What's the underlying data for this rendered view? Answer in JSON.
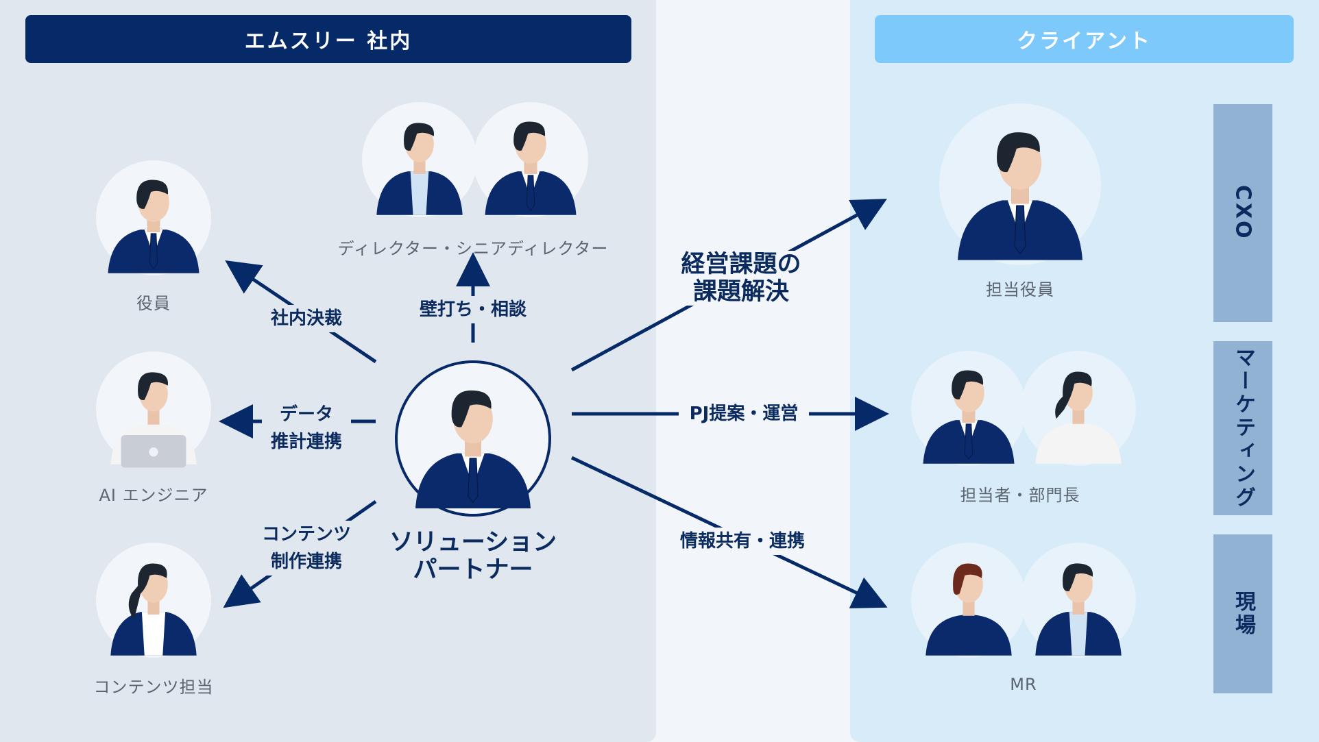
{
  "headers": {
    "left": "エムスリー 社内",
    "right": "クライアント"
  },
  "people": {
    "executive": "役員",
    "director": "ディレクター・シニアディレクター",
    "ai_engineer": "AI エンジニア",
    "content": "コンテンツ担当",
    "solution_partner": "ソリューション\nパートナー",
    "client_exec": "担当役員",
    "client_staff": "担当者・部門長",
    "client_mr": "MR"
  },
  "edges": {
    "decision": "社内決裁",
    "consult": "壁打ち・相談",
    "data": "データ\n推計連携",
    "content": "コンテンツ\n制作連携",
    "problem": "経営課題の\n課題解決",
    "project": "PJ提案・運営",
    "share": "情報共有・連携"
  },
  "tiers": {
    "cxo": "CXO",
    "marketing": "マーケティング",
    "field": "現場"
  },
  "colors": {
    "navy": "#062a68",
    "light_blue": "#7ec9fb",
    "left_bg": "#e1e7ef",
    "right_bg": "#d8ebf8",
    "tier_bar": "#92b2d3"
  }
}
